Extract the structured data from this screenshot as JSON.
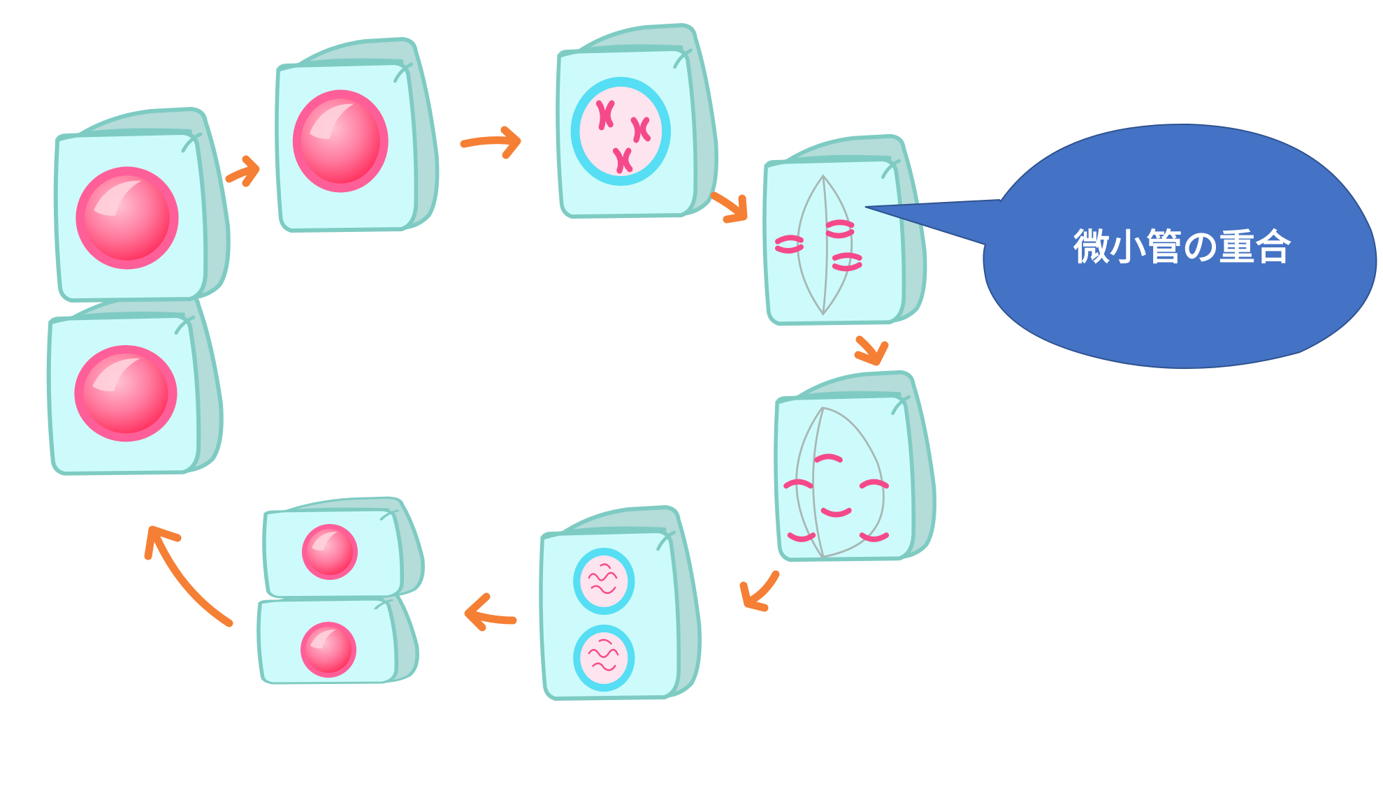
{
  "diagram": {
    "callout": {
      "label": "微小管の重合"
    },
    "colors": {
      "cell_front": "#cdfbfb",
      "cell_side": "#b4dcd9",
      "cell_outline": "#7ecbc3",
      "nucleus_ring": "#ff5f98",
      "nucleus_core": "#ff3d6a",
      "nuclear_envelope": "#55def4",
      "nucleoplasm": "#fde4ee",
      "chromosome": "#f5498a",
      "spindle": "#a7b7b5",
      "arrow": "#f57f34",
      "callout_fill": "#4472c4",
      "callout_stroke": "#2f528f",
      "callout_text": "#ffffff"
    },
    "stages": [
      {
        "id": "stage-1",
        "content": "nucleus"
      },
      {
        "id": "stage-2",
        "content": "nucleus"
      },
      {
        "id": "stage-3",
        "content": "condensed-chromosomes"
      },
      {
        "id": "stage-4",
        "content": "metaphase-spindle"
      },
      {
        "id": "stage-5",
        "content": "anaphase-spindle"
      },
      {
        "id": "stage-6",
        "content": "two-nuclei"
      },
      {
        "id": "stage-7",
        "content": "two-daughter-cells"
      },
      {
        "id": "stage-8",
        "content": "two-daughter-cells"
      }
    ]
  }
}
